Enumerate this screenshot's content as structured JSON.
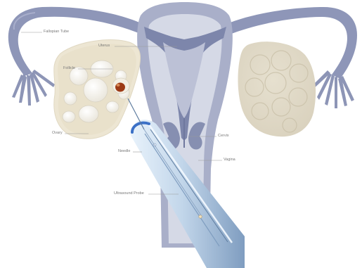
{
  "labels": {
    "fallopian_tube": "Fallopian Tube",
    "uterus": "Uterus",
    "follicle": "Follicle",
    "ovary": "Ovary",
    "cervix": "Cervix",
    "needle": "Needle",
    "vagina": "Vagina",
    "ultrasound_probe": "Ultrasound Probe"
  },
  "colors": {
    "uterus_outer": "#a9afc9",
    "uterus_inner": "#d5d9e6",
    "uterine_cavity": "#bcc1d6",
    "endometrium": "#7d86ab",
    "tube": "#8e96b8",
    "fimbriae": "#8d95b6",
    "ovary": "#ede6d3",
    "follicle": "#fbfaf6",
    "follicle_blood": "#9c3a16",
    "probe_light": "#e2effa",
    "probe_mid": "#a9c2dc",
    "probe_dark": "#5e7c9f",
    "needle_tip": "#3b70c6",
    "leader_line": "#9a9a9a"
  }
}
